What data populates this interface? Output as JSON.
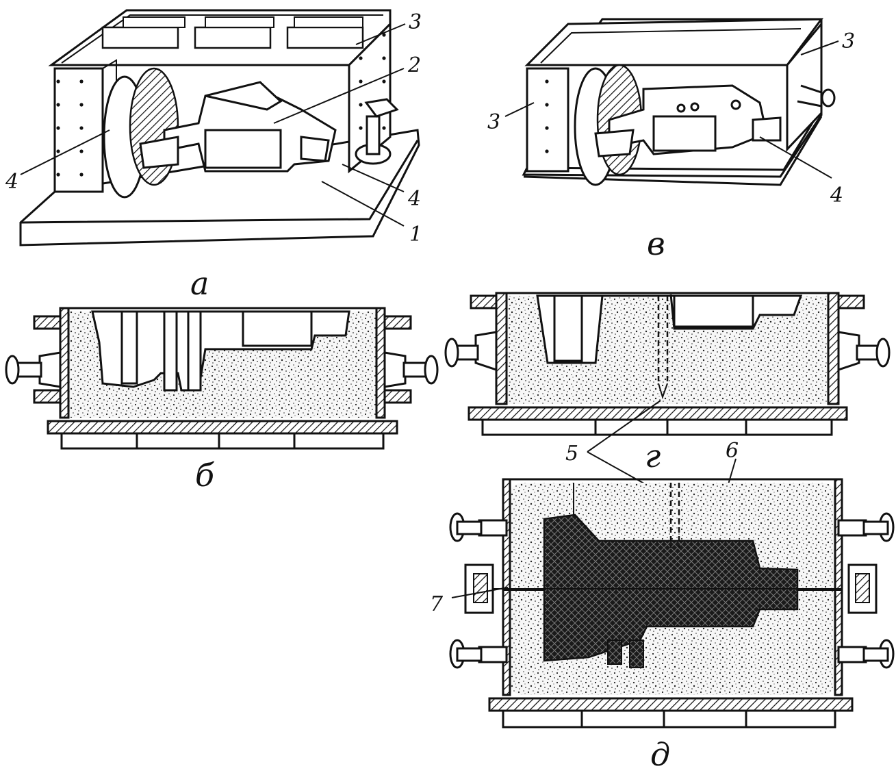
{
  "figure": {
    "callouts": {
      "n1": "1",
      "n2": "2",
      "n3": "3",
      "n4": "4",
      "n5": "5",
      "n6": "6",
      "n7": "7"
    },
    "captions": {
      "a": "а",
      "b": "б",
      "v": "в",
      "g": "г",
      "d": "д"
    }
  }
}
